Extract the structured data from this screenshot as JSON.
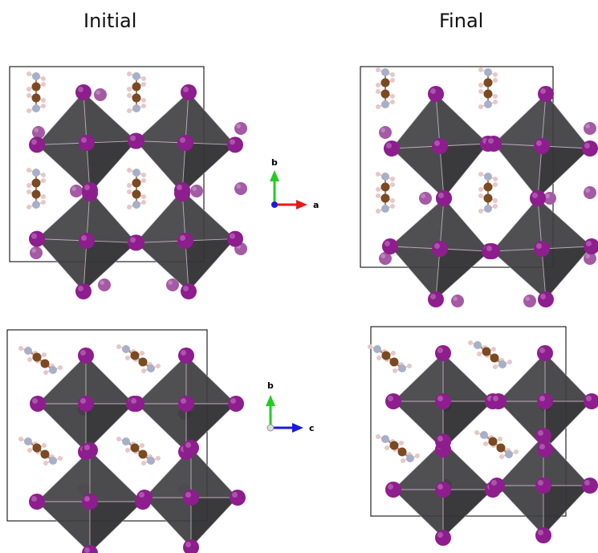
{
  "titles": {
    "initial": "Initial",
    "final": "Final"
  },
  "axes_top": {
    "vertical": "b",
    "horizontal": "a"
  },
  "axes_bottom": {
    "vertical": "b",
    "horizontal": "c"
  },
  "colors": {
    "octahedron": "#3d3d3f",
    "iodine": "#8e1d8e",
    "carbon": "#7a4a22",
    "nitrogen": "#a7b0c8",
    "hydrogen": "#e8c7c7",
    "axis_a": "#e31a1c",
    "axis_b": "#22cc22",
    "axis_c": "#1a1adb"
  }
}
